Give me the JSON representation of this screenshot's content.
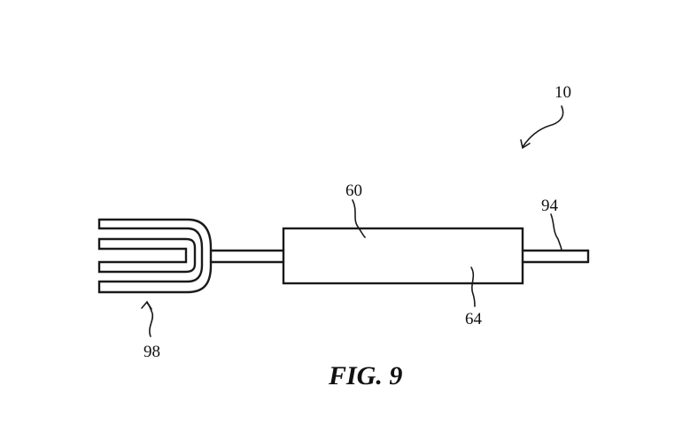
{
  "figure": {
    "caption": "FIG. 9",
    "labels": {
      "device": "10",
      "body": "60",
      "body_bottom": "64",
      "rod": "94",
      "fork": "98"
    }
  }
}
